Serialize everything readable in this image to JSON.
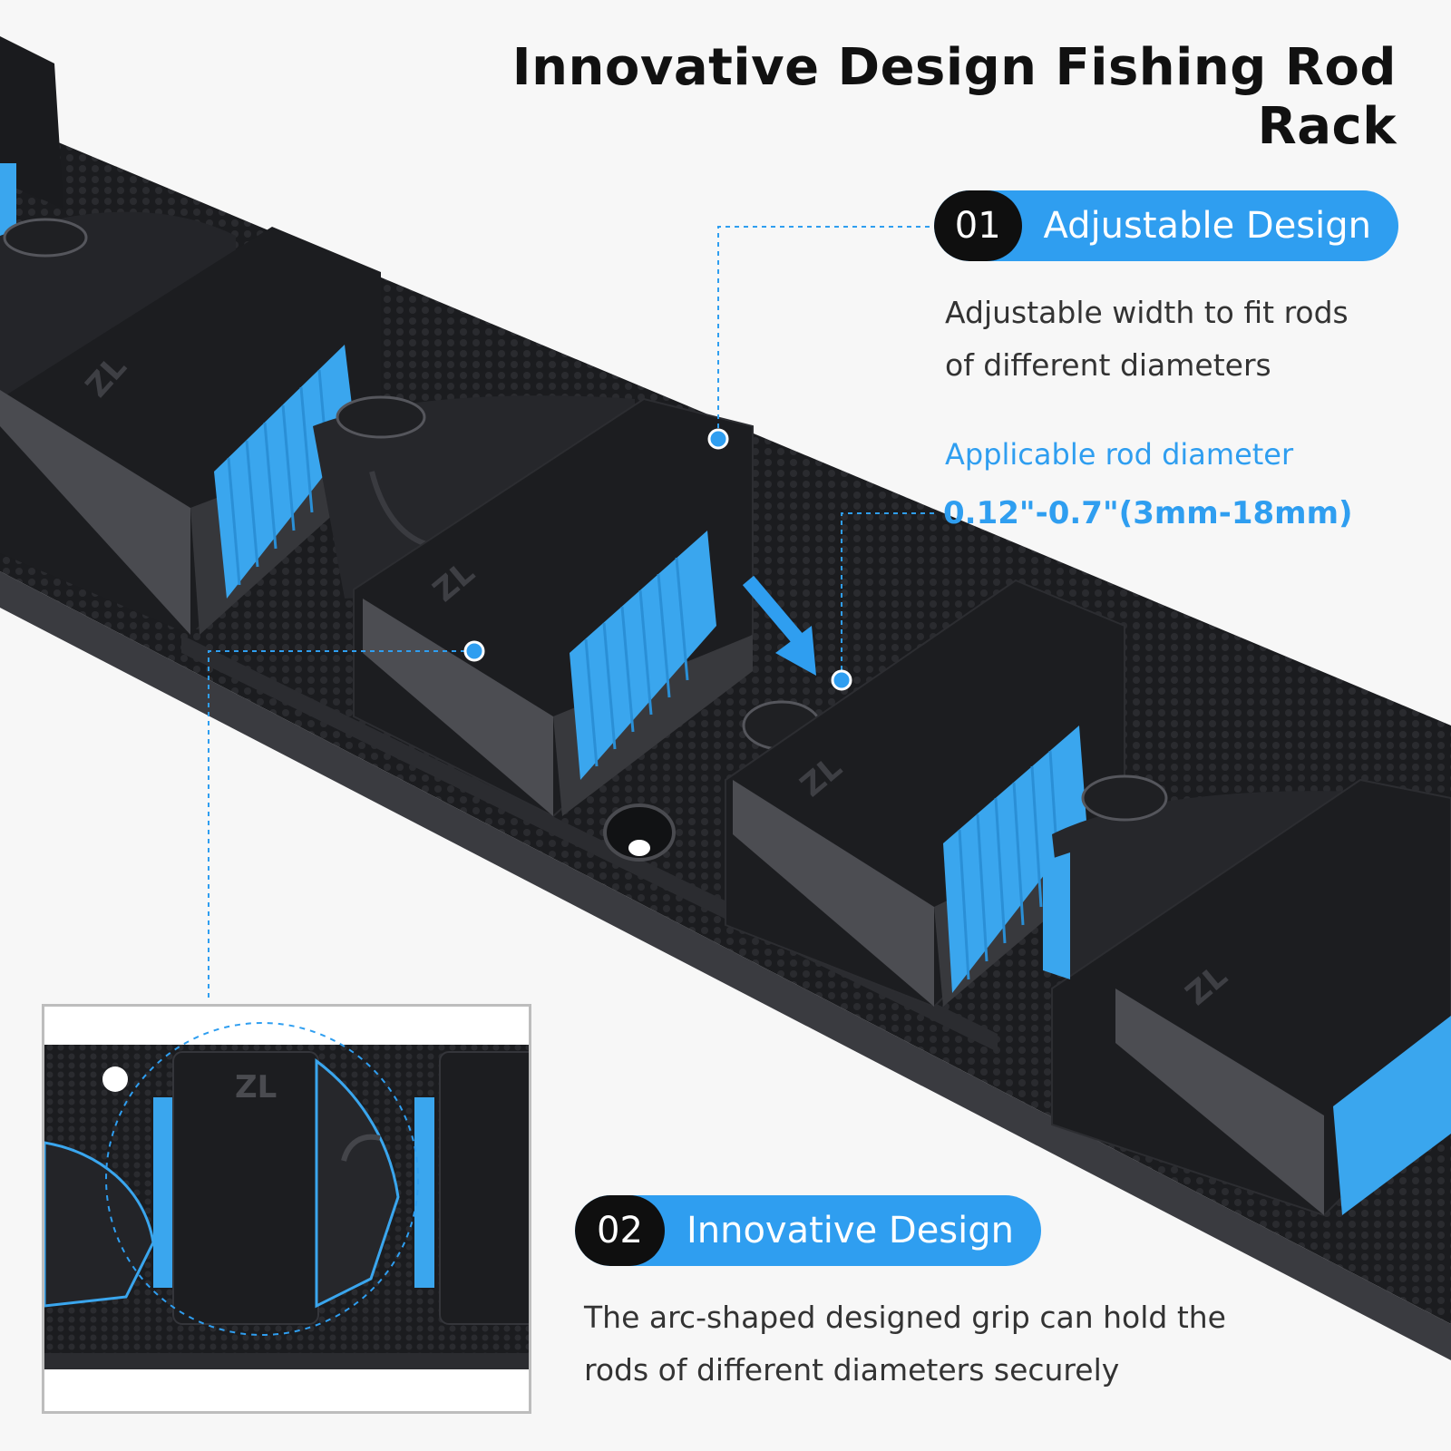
{
  "title": "Innovative Design Fishing Rod Rack",
  "feature_1": {
    "number": "01",
    "label": "Adjustable Design",
    "description_line_1": "Adjustable width to fit rods",
    "description_line_2": "of different diameters",
    "spec_label": "Applicable rod diameter",
    "spec_value": "0.12\"-0.7\"(3mm-18mm)"
  },
  "feature_2": {
    "number": "02",
    "label": "Innovative Design",
    "description_line_1": "The arc-shaped designed grip can hold the",
    "description_line_2": "rods of different diameters securely"
  },
  "colors": {
    "accent_blue": "#2f9ef0",
    "pill_dark": "#0f0f0f",
    "rack_black": "#1c1d20",
    "pad_blue": "#3aa6ee"
  },
  "icons": [
    "brand-logo-icon",
    "arrow-icon",
    "callout-dot-icon"
  ]
}
